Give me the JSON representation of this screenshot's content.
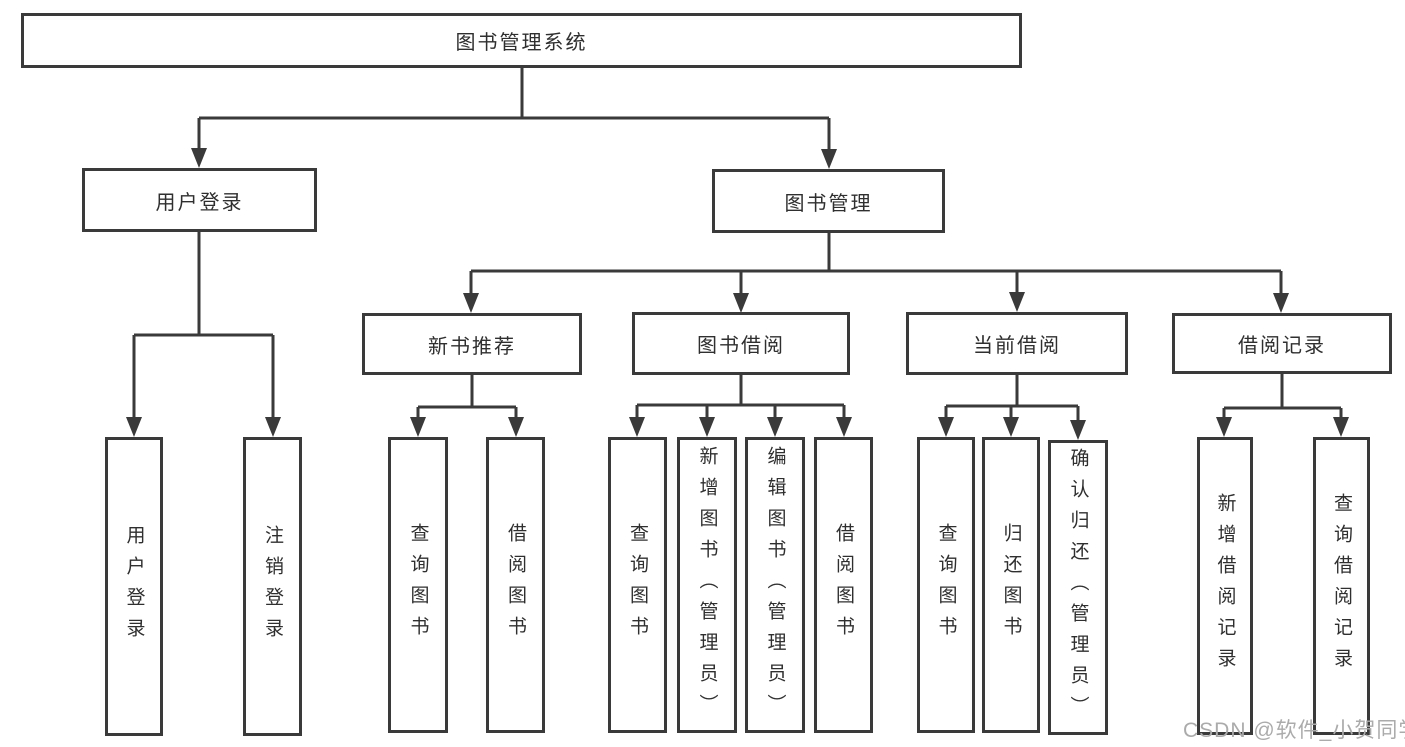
{
  "diagram": {
    "type": "tree",
    "colors": {
      "background": "#ffffff",
      "line": "#3a3a3a",
      "text": "#2f2f2f",
      "watermark": "#ababab"
    },
    "root": {
      "label": "图书管理系统"
    },
    "branches": [
      {
        "label": "用户登录",
        "children": [
          {
            "label": "用户登录"
          },
          {
            "label": "注销登录"
          }
        ]
      },
      {
        "label": "图书管理",
        "children": [
          {
            "label": "新书推荐",
            "children": [
              {
                "label": "查询图书"
              },
              {
                "label": "借阅图书"
              }
            ]
          },
          {
            "label": "图书借阅",
            "children": [
              {
                "label": "查询图书"
              },
              {
                "label": "新增图书（管理员）"
              },
              {
                "label": "编辑图书（管理员）"
              },
              {
                "label": "借阅图书"
              }
            ]
          },
          {
            "label": "当前借阅",
            "children": [
              {
                "label": "查询图书"
              },
              {
                "label": "归还图书"
              },
              {
                "label": "确认归还（管理员）"
              }
            ]
          },
          {
            "label": "借阅记录",
            "children": [
              {
                "label": "新增借阅记录"
              },
              {
                "label": "查询借阅记录"
              }
            ]
          }
        ]
      }
    ],
    "watermark": "CSDN @软件_小贺同学"
  }
}
